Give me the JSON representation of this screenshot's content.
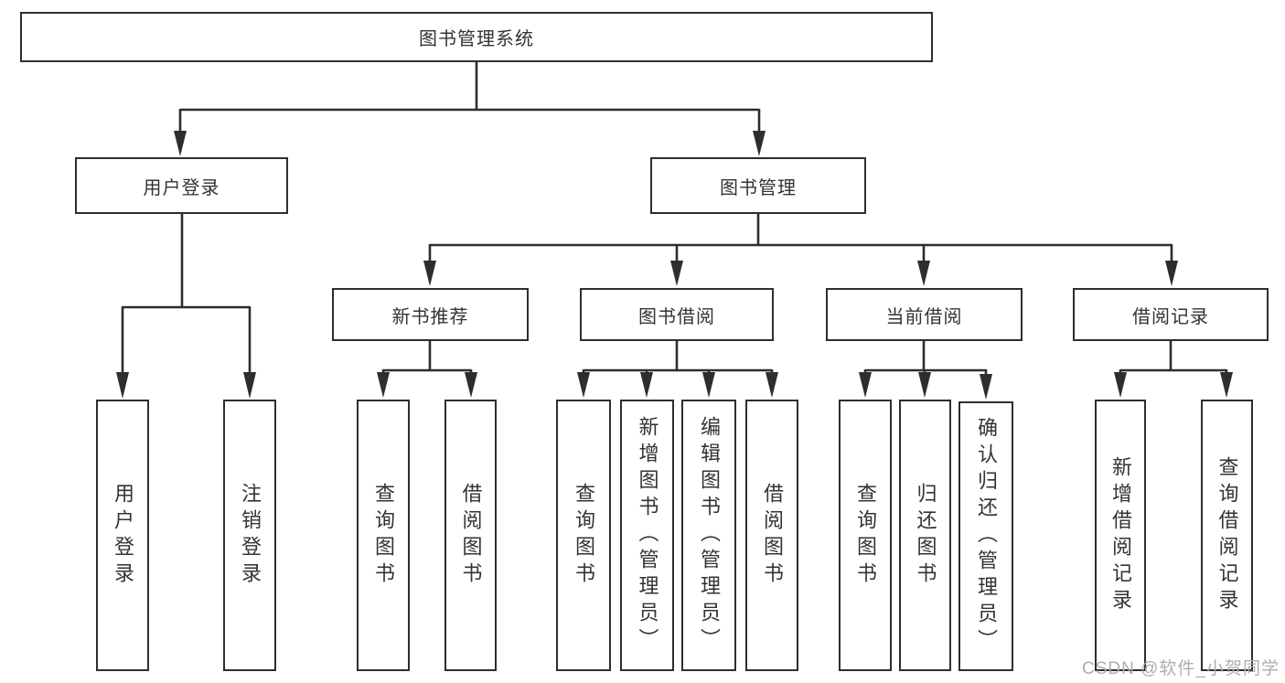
{
  "diagram_title": "图书管理系统",
  "tree": {
    "root": {
      "label": "图书管理系统",
      "children": [
        {
          "label": "用户登录",
          "children": [
            {
              "label": "用户登录"
            },
            {
              "label": "注销登录"
            }
          ]
        },
        {
          "label": "图书管理",
          "children": [
            {
              "label": "新书推荐",
              "children": [
                {
                  "label": "查询图书"
                },
                {
                  "label": "借阅图书"
                }
              ]
            },
            {
              "label": "图书借阅",
              "children": [
                {
                  "label": "查询图书"
                },
                {
                  "label": "新增图书（管理员）"
                },
                {
                  "label": "编辑图书（管理员）"
                },
                {
                  "label": "借阅图书"
                }
              ]
            },
            {
              "label": "当前借阅",
              "children": [
                {
                  "label": "查询图书"
                },
                {
                  "label": "归还图书"
                },
                {
                  "label": "确认归还（管理员）"
                }
              ]
            },
            {
              "label": "借阅记录",
              "children": [
                {
                  "label": "新增借阅记录"
                },
                {
                  "label": "查询借阅记录"
                }
              ]
            }
          ]
        }
      ]
    }
  },
  "watermark": {
    "text": "CSDN @软件_小贺同学"
  },
  "colors": {
    "line": "#2e2e2e",
    "box_border": "#2e2e2e",
    "text": "#333333",
    "background": "#ffffff",
    "watermark": "#b4abab"
  }
}
